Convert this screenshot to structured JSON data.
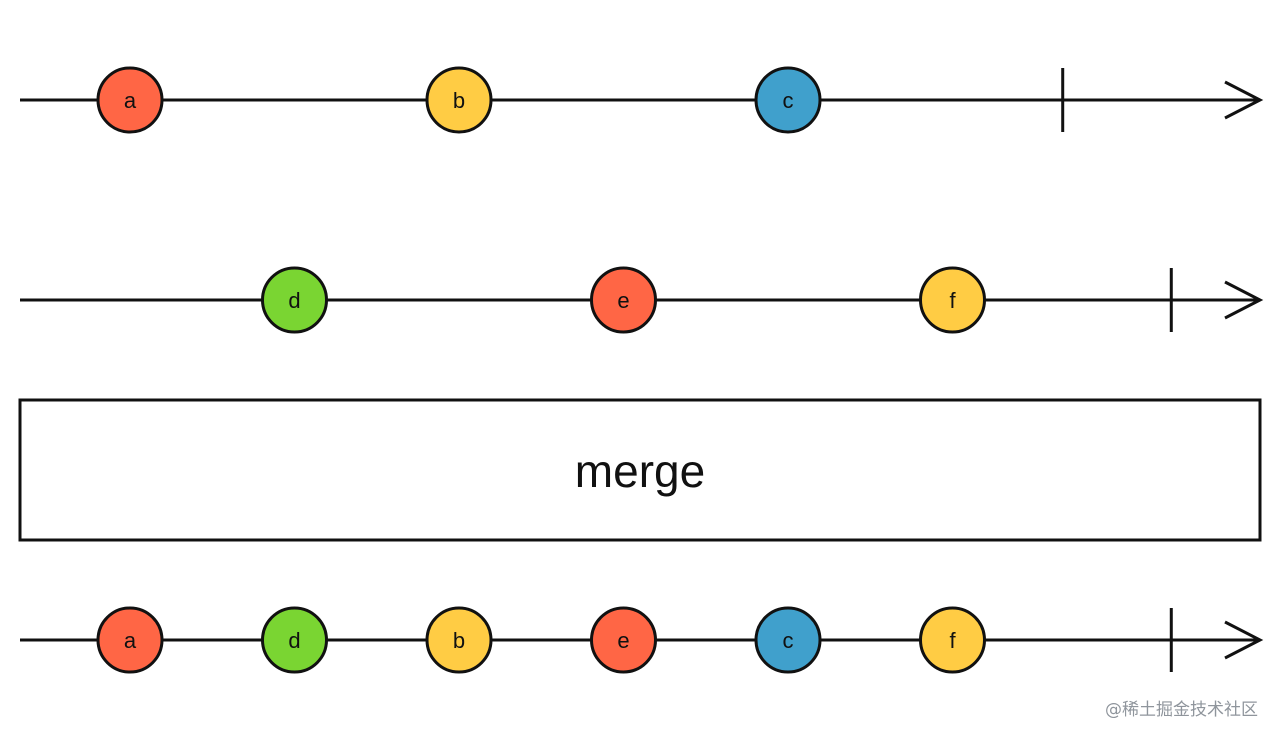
{
  "colors": {
    "line": "#111111",
    "red": "#ff6645",
    "yellow": "#ffcc44",
    "blue": "#40a0cc",
    "green": "#7ad532"
  },
  "operator": {
    "label": "merge"
  },
  "streams": [
    {
      "id": "input-1",
      "events": [
        {
          "label": "a",
          "color": "red",
          "t": 1
        },
        {
          "label": "b",
          "color": "yellow",
          "t": 3
        },
        {
          "label": "c",
          "color": "blue",
          "t": 5
        }
      ],
      "complete_t": 6.67
    },
    {
      "id": "input-2",
      "events": [
        {
          "label": "d",
          "color": "green",
          "t": 2
        },
        {
          "label": "e",
          "color": "red",
          "t": 4
        },
        {
          "label": "f",
          "color": "yellow",
          "t": 6
        }
      ],
      "complete_t": 7.33
    },
    {
      "id": "output",
      "events": [
        {
          "label": "a",
          "color": "red",
          "t": 1
        },
        {
          "label": "d",
          "color": "green",
          "t": 2
        },
        {
          "label": "b",
          "color": "yellow",
          "t": 3
        },
        {
          "label": "e",
          "color": "red",
          "t": 4
        },
        {
          "label": "c",
          "color": "blue",
          "t": 5
        },
        {
          "label": "f",
          "color": "yellow",
          "t": 6
        }
      ],
      "complete_t": 7.33
    }
  ],
  "watermark": "@稀土掘金技术社区"
}
